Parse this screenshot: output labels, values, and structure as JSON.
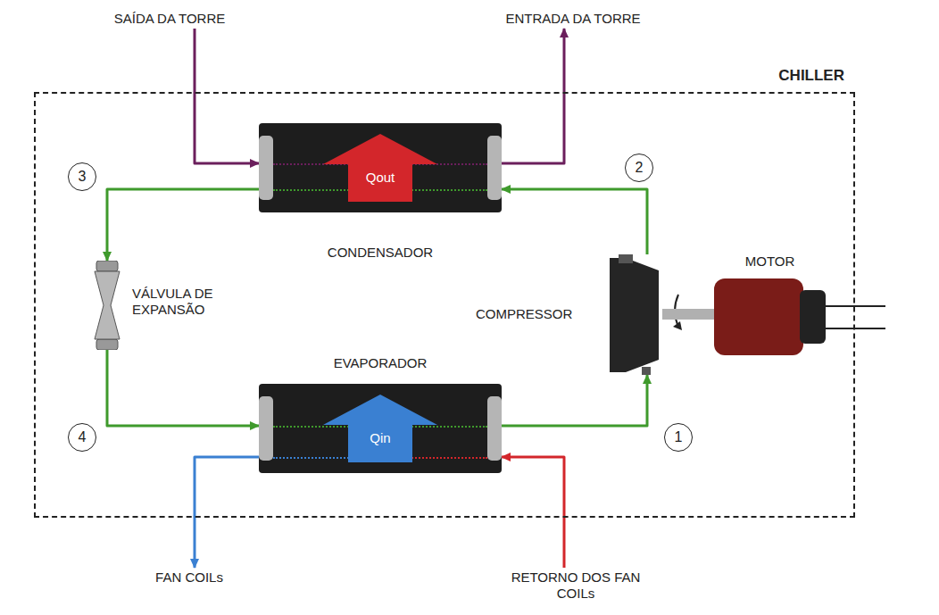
{
  "diagram": {
    "nodes": [
      {
        "text": [
          "SAÍDA DA TORRE"
        ]
      },
      {
        "text": [
          "ENTRADA DA TORRE"
        ]
      },
      {
        "text": [
          "CHILLER"
        ]
      },
      {
        "text": [
          "3"
        ],
        "in": 2
      },
      {
        "text": [
          "Qout",
          "CONDENSADOR"
        ],
        "in": 2
      },
      {
        "text": [
          "2"
        ],
        "in": 2
      },
      {
        "text": [
          "MOTOR"
        ],
        "in": 2
      },
      {
        "text": [
          "VÁLVULA DE EXPANSÃO"
        ],
        "in": 2
      },
      {
        "text": [
          "COMPRESSOR"
        ],
        "in": 2
      },
      {
        "text": [
          "Qin",
          "EVAPORADOR"
        ],
        "in": 2
      },
      {
        "text": [
          "4"
        ],
        "in": 2
      },
      {
        "text": [
          "1"
        ],
        "in": 2
      },
      {
        "text": [
          "FAN COILs"
        ]
      },
      {
        "text": [
          "RETORNO DOS FAN COILs"
        ]
      }
    ],
    "edges": [
      {
        "from": 0,
        "to": 4,
        "arrow": "to"
      },
      {
        "from": 4,
        "to": 1,
        "arrow": "to"
      },
      {
        "from": 13,
        "to": 9,
        "arrow": "to"
      },
      {
        "from": 9,
        "to": 12,
        "arrow": "to"
      },
      {
        "from": 9,
        "to": 8,
        "arrow": "to"
      },
      {
        "from": 8,
        "to": 4,
        "arrow": "to"
      },
      {
        "from": 4,
        "to": 7,
        "arrow": "to"
      },
      {
        "from": 7,
        "to": 9,
        "arrow": "to"
      },
      {
        "from": 8,
        "to": 6,
        "arrow": "none"
      }
    ]
  }
}
